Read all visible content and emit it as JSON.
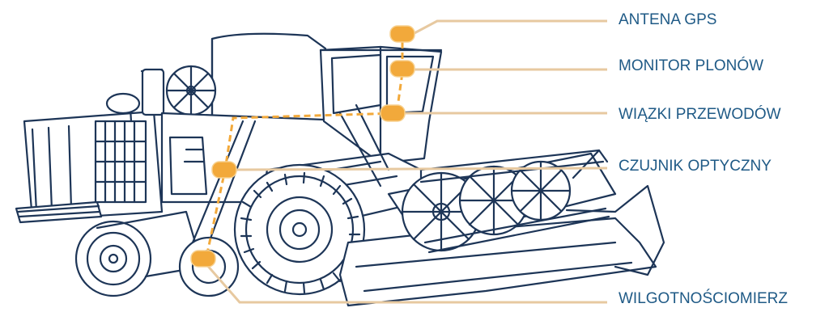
{
  "colors": {
    "outline": "#1d3557",
    "sensor": "#f2a93b",
    "leader": "#e7c9a0",
    "label": "#1f5a86"
  },
  "components": [
    {
      "label": "ANTENA GPS",
      "icon": "gps-antenna-sensor-icon"
    },
    {
      "label": "MONITOR PLONÓW",
      "icon": "yield-monitor-sensor-icon"
    },
    {
      "label": "WIĄZKI PRZEWODÓW",
      "icon": "wiring-harness-sensor-icon"
    },
    {
      "label": "CZUJNIK OPTYCZNY",
      "icon": "optical-sensor-icon"
    },
    {
      "label": "WILGOTNOŚCIOMIERZ",
      "icon": "moisture-meter-sensor-icon"
    }
  ],
  "illustration": {
    "icon": "combine-harvester-icon"
  }
}
